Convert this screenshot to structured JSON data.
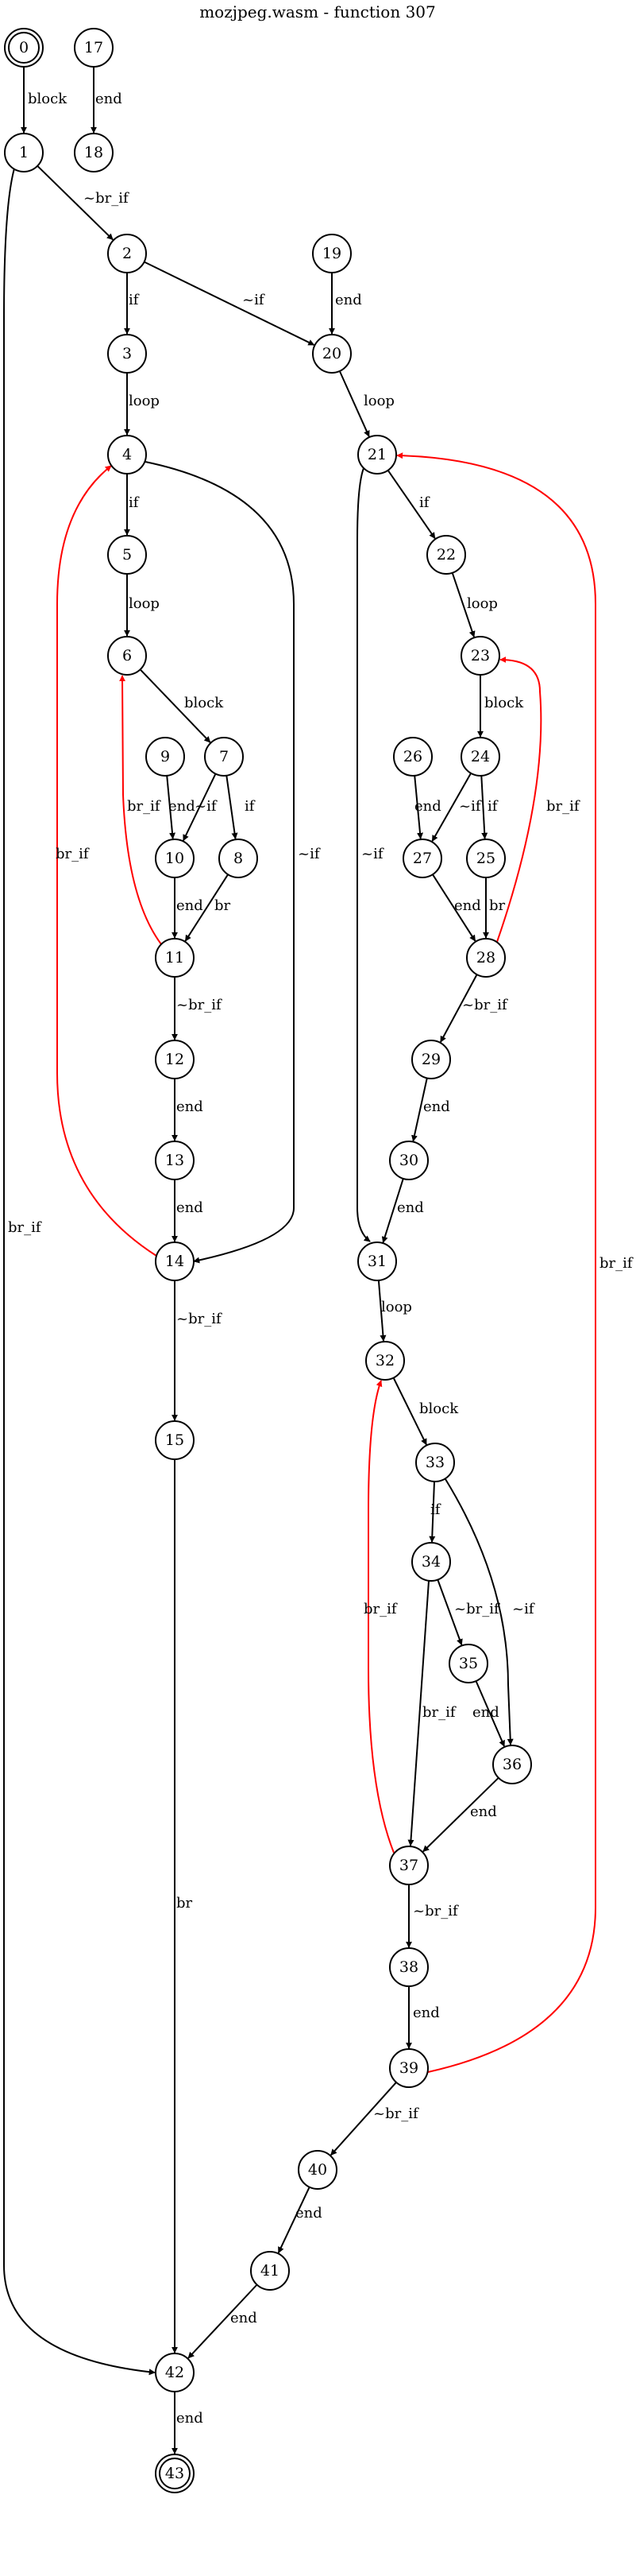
{
  "title": "mozjpeg.wasm - function 307",
  "colors": {
    "normal": "#000000",
    "back": "#ff0000",
    "background": "#ffffff"
  },
  "nodes": [
    {
      "id": "0",
      "shape": "doublecircle"
    },
    {
      "id": "1"
    },
    {
      "id": "2"
    },
    {
      "id": "3"
    },
    {
      "id": "4"
    },
    {
      "id": "5"
    },
    {
      "id": "6"
    },
    {
      "id": "7"
    },
    {
      "id": "8"
    },
    {
      "id": "9"
    },
    {
      "id": "10"
    },
    {
      "id": "11"
    },
    {
      "id": "12"
    },
    {
      "id": "13"
    },
    {
      "id": "14"
    },
    {
      "id": "15"
    },
    {
      "id": "17"
    },
    {
      "id": "18"
    },
    {
      "id": "19"
    },
    {
      "id": "20"
    },
    {
      "id": "21"
    },
    {
      "id": "22"
    },
    {
      "id": "23"
    },
    {
      "id": "24"
    },
    {
      "id": "25"
    },
    {
      "id": "26"
    },
    {
      "id": "27"
    },
    {
      "id": "28"
    },
    {
      "id": "29"
    },
    {
      "id": "30"
    },
    {
      "id": "31"
    },
    {
      "id": "32"
    },
    {
      "id": "33"
    },
    {
      "id": "34"
    },
    {
      "id": "35"
    },
    {
      "id": "36"
    },
    {
      "id": "37"
    },
    {
      "id": "38"
    },
    {
      "id": "39"
    },
    {
      "id": "40"
    },
    {
      "id": "41"
    },
    {
      "id": "42"
    },
    {
      "id": "43",
      "shape": "doublecircle"
    }
  ],
  "edges": [
    {
      "from": "0",
      "to": "1",
      "label": "block"
    },
    {
      "from": "17",
      "to": "18",
      "label": "end"
    },
    {
      "from": "1",
      "to": "2",
      "label": "~br_if"
    },
    {
      "from": "1",
      "to": "42",
      "label": "br_if"
    },
    {
      "from": "2",
      "to": "3",
      "label": "if"
    },
    {
      "from": "2",
      "to": "20",
      "label": "~if"
    },
    {
      "from": "19",
      "to": "20",
      "label": "end"
    },
    {
      "from": "3",
      "to": "4",
      "label": "loop"
    },
    {
      "from": "20",
      "to": "21",
      "label": "loop"
    },
    {
      "from": "4",
      "to": "5",
      "label": "if"
    },
    {
      "from": "4",
      "to": "14",
      "label": "~if"
    },
    {
      "from": "21",
      "to": "22",
      "label": "if"
    },
    {
      "from": "21",
      "to": "31",
      "label": "~if"
    },
    {
      "from": "5",
      "to": "6",
      "label": "loop"
    },
    {
      "from": "22",
      "to": "23",
      "label": "loop"
    },
    {
      "from": "6",
      "to": "7",
      "label": "block"
    },
    {
      "from": "23",
      "to": "24",
      "label": "block"
    },
    {
      "from": "7",
      "to": "10",
      "label": "~if"
    },
    {
      "from": "7",
      "to": "8",
      "label": "if"
    },
    {
      "from": "9",
      "to": "10",
      "label": "end"
    },
    {
      "from": "24",
      "to": "27",
      "label": "~if"
    },
    {
      "from": "24",
      "to": "25",
      "label": "if"
    },
    {
      "from": "26",
      "to": "27",
      "label": "end"
    },
    {
      "from": "10",
      "to": "11",
      "label": "end"
    },
    {
      "from": "8",
      "to": "11",
      "label": "br"
    },
    {
      "from": "11",
      "to": "6",
      "label": "br_if",
      "back": true
    },
    {
      "from": "27",
      "to": "28",
      "label": "end"
    },
    {
      "from": "25",
      "to": "28",
      "label": "br"
    },
    {
      "from": "28",
      "to": "23",
      "label": "br_if",
      "back": true
    },
    {
      "from": "11",
      "to": "12",
      "label": "~br_if"
    },
    {
      "from": "28",
      "to": "29",
      "label": "~br_if"
    },
    {
      "from": "12",
      "to": "13",
      "label": "end"
    },
    {
      "from": "29",
      "to": "30",
      "label": "end"
    },
    {
      "from": "13",
      "to": "14",
      "label": "end"
    },
    {
      "from": "14",
      "to": "4",
      "label": "br_if",
      "back": true
    },
    {
      "from": "30",
      "to": "31",
      "label": "end"
    },
    {
      "from": "14",
      "to": "15",
      "label": "~br_if"
    },
    {
      "from": "31",
      "to": "32",
      "label": "loop"
    },
    {
      "from": "32",
      "to": "33",
      "label": "block"
    },
    {
      "from": "33",
      "to": "34",
      "label": "if"
    },
    {
      "from": "33",
      "to": "36",
      "label": "~if"
    },
    {
      "from": "34",
      "to": "35",
      "label": "~br_if"
    },
    {
      "from": "34",
      "to": "37",
      "label": "br_if"
    },
    {
      "from": "35",
      "to": "36",
      "label": "end"
    },
    {
      "from": "36",
      "to": "37",
      "label": "end"
    },
    {
      "from": "37",
      "to": "32",
      "label": "br_if",
      "back": true
    },
    {
      "from": "37",
      "to": "38",
      "label": "~br_if"
    },
    {
      "from": "38",
      "to": "39",
      "label": "end"
    },
    {
      "from": "39",
      "to": "21",
      "label": "br_if",
      "back": true
    },
    {
      "from": "39",
      "to": "40",
      "label": "~br_if"
    },
    {
      "from": "40",
      "to": "41",
      "label": "end"
    },
    {
      "from": "15",
      "to": "42",
      "label": "br"
    },
    {
      "from": "41",
      "to": "42",
      "label": "end"
    },
    {
      "from": "42",
      "to": "43",
      "label": "end"
    }
  ]
}
